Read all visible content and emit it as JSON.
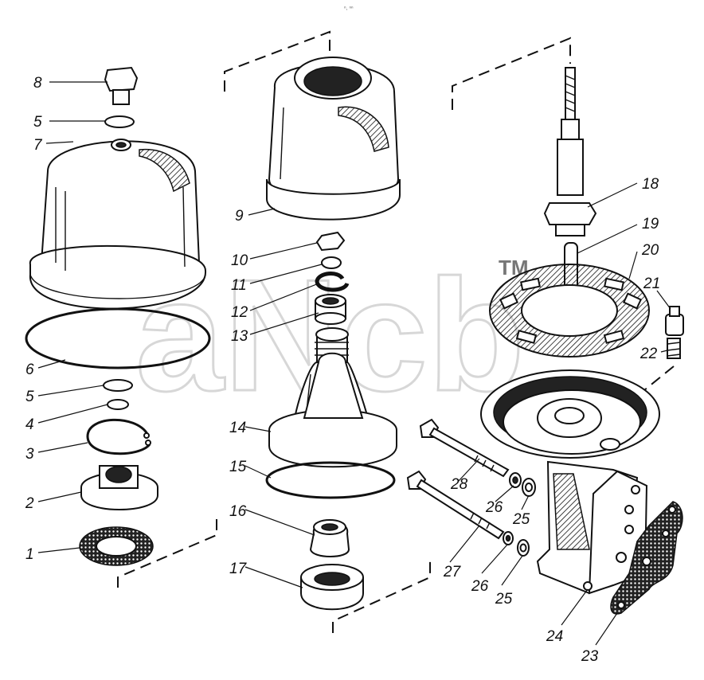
{
  "watermark": {
    "text": "aNcb",
    "trademark": "TM"
  },
  "header_note": "ⁿ, ⁿⁿ",
  "callouts": [
    {
      "id": "c8",
      "label": "8"
    },
    {
      "id": "c5a",
      "label": "5"
    },
    {
      "id": "c7",
      "label": "7"
    },
    {
      "id": "c6",
      "label": "6"
    },
    {
      "id": "c5b",
      "label": "5"
    },
    {
      "id": "c4",
      "label": "4"
    },
    {
      "id": "c3",
      "label": "3"
    },
    {
      "id": "c2",
      "label": "2"
    },
    {
      "id": "c1",
      "label": "1"
    },
    {
      "id": "c9",
      "label": "9"
    },
    {
      "id": "c10",
      "label": "10"
    },
    {
      "id": "c11",
      "label": "11"
    },
    {
      "id": "c12",
      "label": "12"
    },
    {
      "id": "c13",
      "label": "13"
    },
    {
      "id": "c14",
      "label": "14"
    },
    {
      "id": "c15",
      "label": "15"
    },
    {
      "id": "c16",
      "label": "16"
    },
    {
      "id": "c17",
      "label": "17"
    },
    {
      "id": "c18",
      "label": "18"
    },
    {
      "id": "c19",
      "label": "19"
    },
    {
      "id": "c20",
      "label": "20"
    },
    {
      "id": "c21",
      "label": "21"
    },
    {
      "id": "c22",
      "label": "22"
    },
    {
      "id": "c28",
      "label": "28"
    },
    {
      "id": "c26a",
      "label": "26"
    },
    {
      "id": "c25a",
      "label": "25"
    },
    {
      "id": "c27",
      "label": "27"
    },
    {
      "id": "c26b",
      "label": "26"
    },
    {
      "id": "c25b",
      "label": "25"
    },
    {
      "id": "c24",
      "label": "24"
    },
    {
      "id": "c23",
      "label": "23"
    }
  ]
}
